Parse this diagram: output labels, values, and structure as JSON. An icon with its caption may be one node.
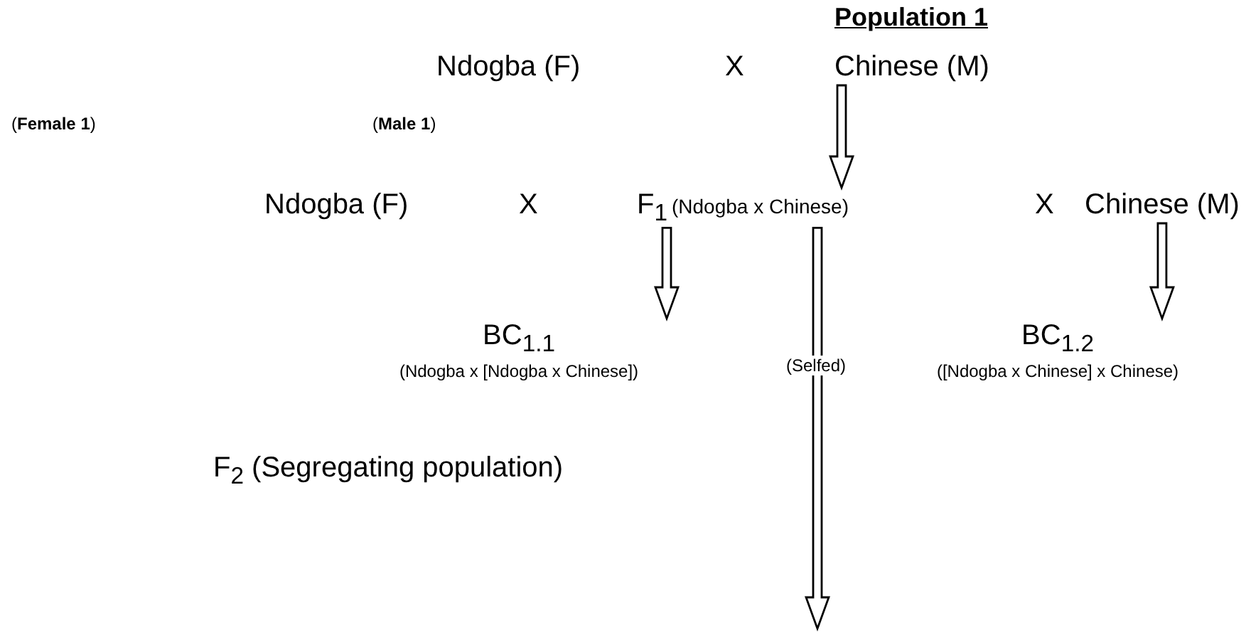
{
  "diagram": {
    "title": "Population 1",
    "nodes": [
      {
        "text": [
          "Ndogba (F)"
        ]
      },
      {
        "text": [
          "Chinese (M)"
        ]
      },
      {
        "text": [
          "Ndogba (F)"
        ]
      },
      {
        "text": [
          "F$_{1}$",
          "(Ndogba x Chinese)"
        ]
      },
      {
        "text": [
          "Chinese (M)"
        ]
      },
      {
        "text": [
          "BC$_{1.1}$",
          "(Ndogba x [Ndogba x Chinese])"
        ]
      },
      {
        "text": [
          "BC$_{1.2}$",
          "([Ndogba x Chinese] x Chinese)"
        ]
      },
      {
        "text": [
          "F$_{2}$ (Segregating population)"
        ]
      }
    ],
    "edges": [
      {
        "from": 1,
        "to": 3,
        "arrow": "to"
      },
      {
        "from": 3,
        "to": 5,
        "arrow": "to"
      },
      {
        "from": 4,
        "to": 6,
        "arrow": "to"
      },
      {
        "from": 3,
        "to": null,
        "arrow": "to",
        "label": "(Selfed)"
      }
    ],
    "labels": [
      "X",
      "(**Female 1**)",
      "(**Male 1**)",
      "X",
      "X"
    ]
  }
}
